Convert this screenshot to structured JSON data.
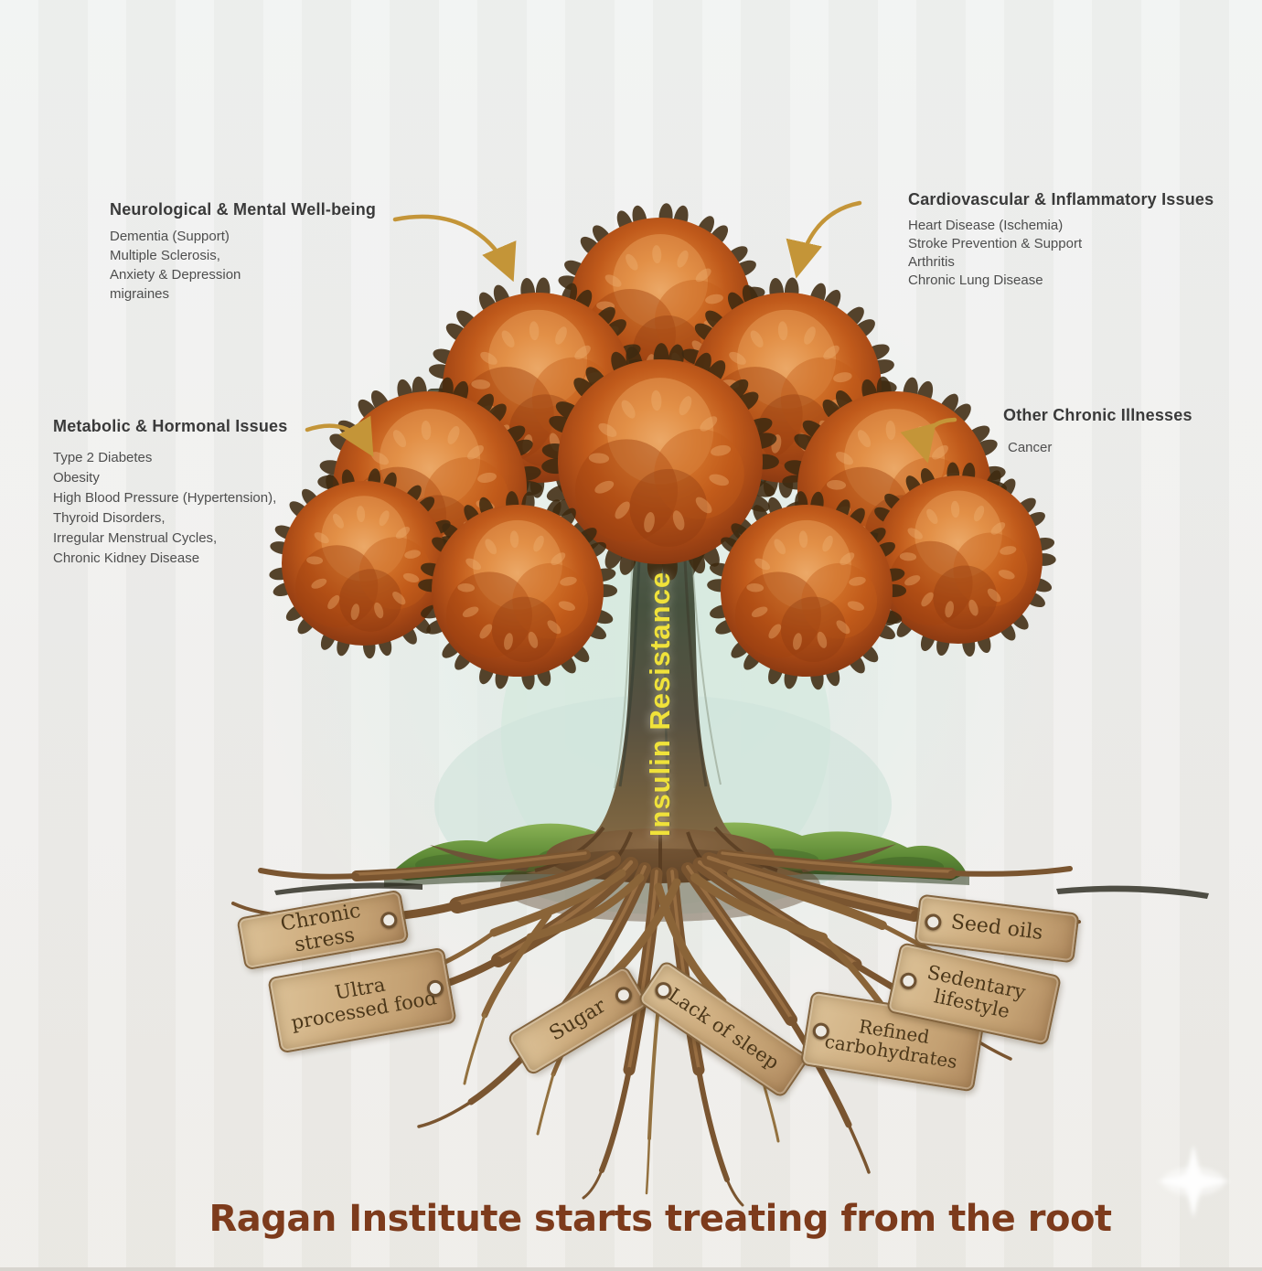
{
  "footer_title": "Ragan Institute starts treating from the root",
  "trunk_label": "Insulin Resistance",
  "annotations": [
    {
      "id": "neurological",
      "title": "Neurological & Mental Well-being",
      "items": [
        "Dementia (Support)",
        "Multiple Sclerosis,",
        "Anxiety & Depression",
        "migraines"
      ]
    },
    {
      "id": "cardiovascular",
      "title": "Cardiovascular & Inflammatory Issues",
      "items": [
        "Heart Disease (Ischemia)",
        "Stroke Prevention & Support",
        "Arthritis",
        "Chronic Lung Disease"
      ]
    },
    {
      "id": "metabolic",
      "title": "Metabolic & Hormonal Issues",
      "items": [
        "Type 2 Diabetes",
        "Obesity",
        "High Blood Pressure (Hypertension),",
        "Thyroid Disorders,",
        "Irregular Menstrual Cycles,",
        "Chronic Kidney Disease"
      ]
    },
    {
      "id": "other",
      "title": "Other Chronic Illnesses",
      "items": [
        "Cancer"
      ]
    }
  ],
  "root_tags": [
    {
      "label": "Chronic stress"
    },
    {
      "label": "Ultra processed food"
    },
    {
      "label": "Sugar"
    },
    {
      "label": "Lack of sleep"
    },
    {
      "label": "Refined carbohydrates"
    },
    {
      "label": "Sedentary lifestyle"
    },
    {
      "label": "Seed oils"
    }
  ],
  "colors": {
    "background": "#edecea",
    "arrow_gold": "#c49538",
    "footer_brown": "#7d3b1c",
    "trunk_label_yellow": "#f0e23a",
    "canopy_orange": "#c05a1b",
    "tag_wood": "#c3a072",
    "root_brown": "#7a5530",
    "grass_green": "#5d8a36",
    "heading_gray": "#3a3a3a"
  }
}
